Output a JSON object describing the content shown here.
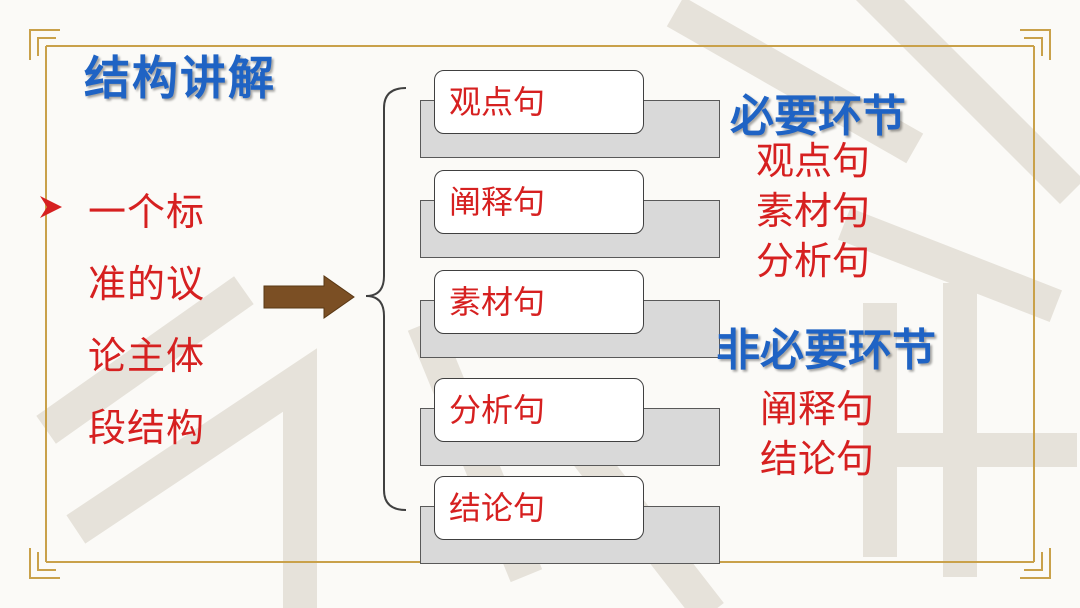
{
  "title": "结构讲解",
  "left_block": {
    "lines": [
      "一个标",
      "准的议",
      "论主体",
      "段结构"
    ]
  },
  "sentences": [
    "观点句",
    "阐释句",
    "素材句",
    "分析句",
    "结论句"
  ],
  "required": {
    "heading": "必要环节",
    "items": [
      "观点句",
      "素材句",
      "分析句"
    ]
  },
  "optional": {
    "heading": "非必要环节",
    "items": [
      "阐释句",
      "结论句"
    ]
  },
  "colors": {
    "blue": "#1f63c4",
    "red": "#d62020",
    "frame": "#c9a14a",
    "arrow": "#7b4f24"
  }
}
